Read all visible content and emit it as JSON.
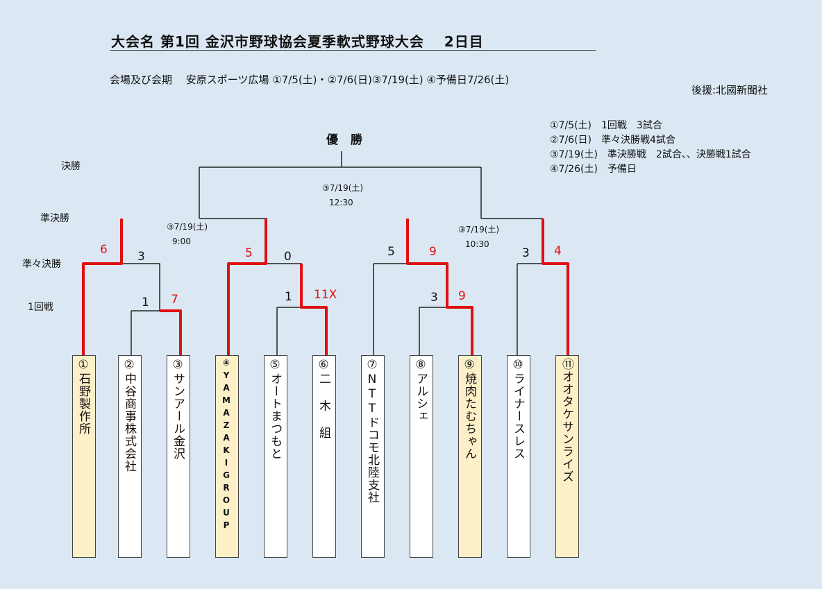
{
  "header": {
    "title": "大会名 第1回 金沢市野球協会夏季軟式野球大会　 2日目",
    "venue": "会場及び会期　 安原スポーツ広場 ①7/5(土)・②7/6(日)③7/19(土) ④予備日7/26(土)",
    "sponsor": "後援:北國新聞社"
  },
  "schedule": [
    "①7/5(土)　1回戦　3試合",
    "②7/6(日)　準々決勝戦4試合",
    "③7/19(土)　準決勝戦　2試合、、決勝戦1試合",
    "④7/26(土)　予備日"
  ],
  "rounds": {
    "final": "決勝",
    "semi": "準決勝",
    "quarter": "準々決勝",
    "first": "1回戦"
  },
  "champion_label": "優 勝",
  "games": {
    "final": {
      "date": "③7/19(土)",
      "time": "12:30"
    },
    "semi_left": {
      "date": "③7/19(土)",
      "time": "9:00"
    },
    "semi_right": {
      "date": "③7/19(土)",
      "time": "10:30"
    }
  },
  "scores": {
    "s1": "6",
    "s2": "3",
    "s3": "1",
    "s4": "7",
    "s5": "5",
    "s6": "0",
    "s7": "1",
    "s8": "11X",
    "s9": "5",
    "s10": "9",
    "s11": "3",
    "s12": "9",
    "s13": "3",
    "s14": "4"
  },
  "teams": [
    {
      "name": "①石野製作所",
      "winner": true
    },
    {
      "name": "②中谷商事株式会社",
      "winner": false
    },
    {
      "name": "③サンアール金沢",
      "winner": false
    },
    {
      "name": "④YAMAZAKIGROUP",
      "winner": true
    },
    {
      "name": "⑤オートまつもと",
      "winner": false
    },
    {
      "name": "⑥二 木 組",
      "winner": false
    },
    {
      "name": "⑦NTTドコモ北陸支社",
      "winner": false
    },
    {
      "name": "⑧アルシェ",
      "winner": false
    },
    {
      "name": "⑨焼肉たむちゃん",
      "winner": true
    },
    {
      "name": "⑩ライナースレス",
      "winner": false
    },
    {
      "name": "⑪オオタケサンライズ",
      "winner": true
    }
  ],
  "colors": {
    "win_line": "#e01010",
    "line": "#222222",
    "win_box": "#fdf0c8",
    "background": "#dbe8f3"
  }
}
